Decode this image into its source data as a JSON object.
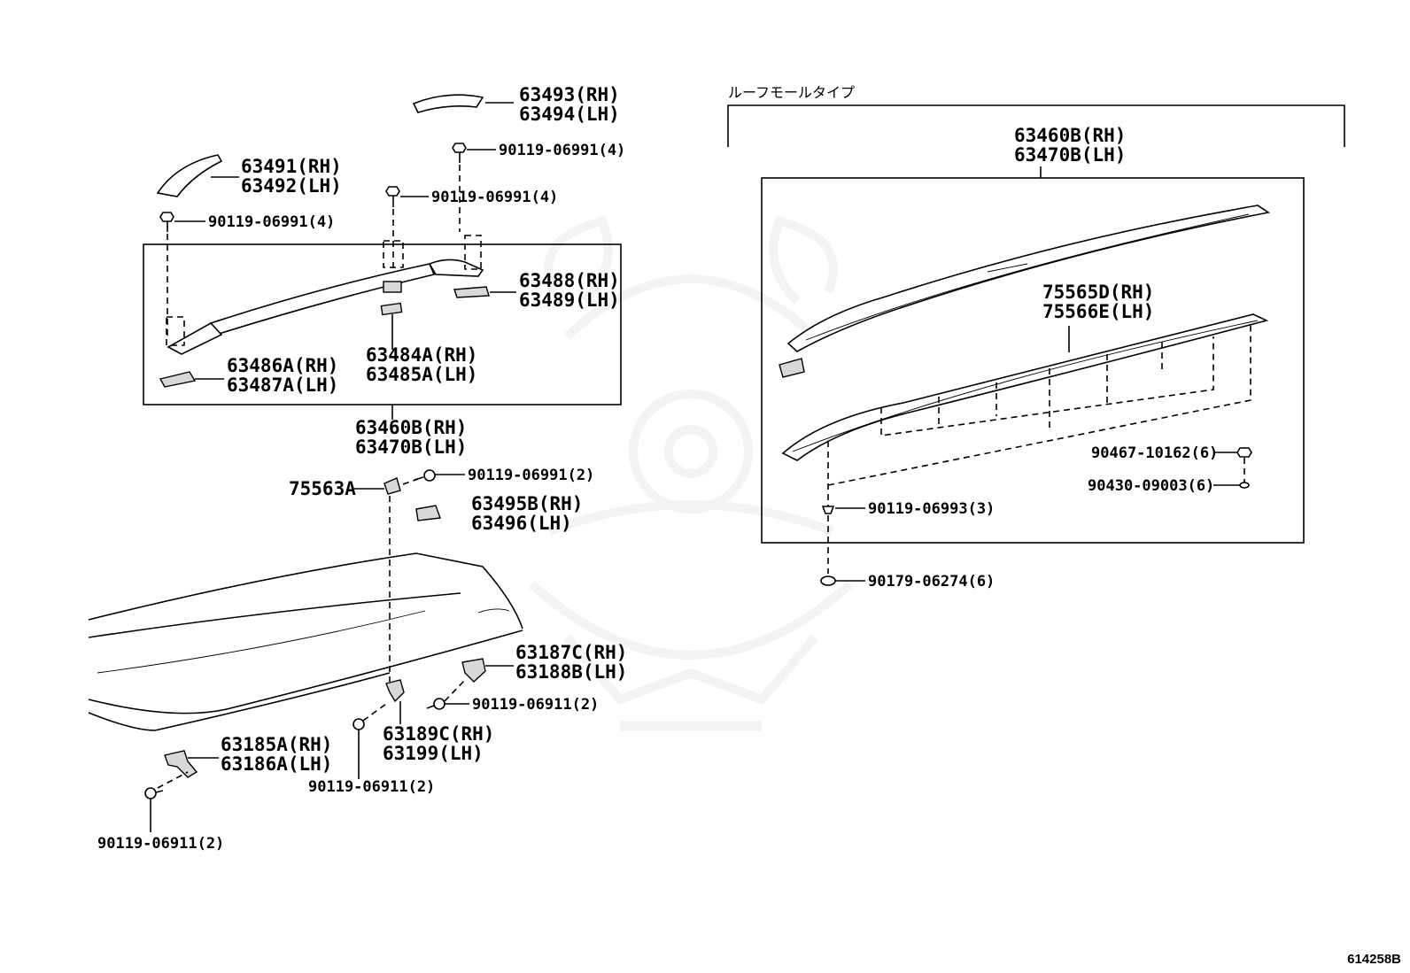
{
  "diagram_id": "614258B",
  "variant_label": "ルーフモールタイプ",
  "labels": {
    "p63493": "63493(RH)",
    "p63494": "63494(LH)",
    "b_top": "90119-06991(4)",
    "p63491": "63491(RH)",
    "p63492": "63492(LH)",
    "b_mid": "90119-06991(4)",
    "b_left": "90119-06991(4)",
    "p63488": "63488(RH)",
    "p63489": "63489(LH)",
    "p63484a": "63484A(RH)",
    "p63485a": "63485A(LH)",
    "p63486a": "63486A(RH)",
    "p63487a": "63487A(LH)",
    "p63460b_l": "63460B(RH)",
    "p63470b_l": "63470B(LH)",
    "p75563a": "75563A",
    "b_06991_2": "90119-06991(2)",
    "p63495b": "63495B(RH)",
    "p63496": "63496(LH)",
    "p63187c": "63187C(RH)",
    "p63188b": "63188B(LH)",
    "b_06911_a": "90119-06911(2)",
    "p63189c": "63189C(RH)",
    "p63199": "63199(LH)",
    "p63185a": "63185A(RH)",
    "p63186a": "63186A(LH)",
    "b_06911_b": "90119-06911(2)",
    "b_06911_c": "90119-06911(2)",
    "p63460b_r": "63460B(RH)",
    "p63470b_r": "63470B(LH)",
    "p75565d": "75565D(RH)",
    "p75566e": "75566E(LH)",
    "b_90467": "90467-10162(6)",
    "b_90430": "90430-09003(6)",
    "b_06993": "90119-06993(3)",
    "b_90179": "90179-06274(6)"
  }
}
